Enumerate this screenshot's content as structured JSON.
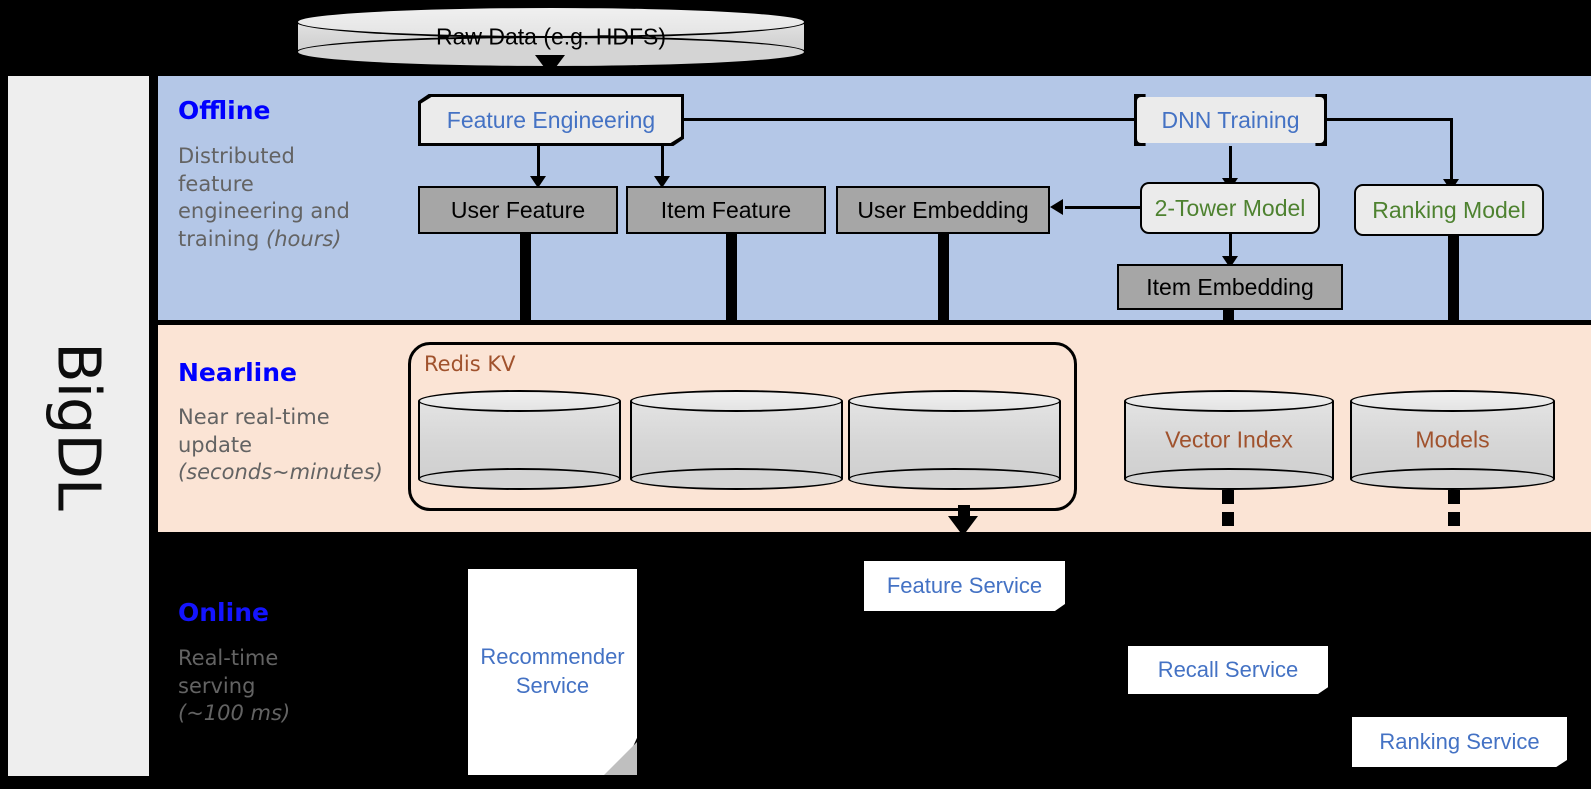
{
  "platform": {
    "name": "BigDL"
  },
  "source": {
    "label": "Raw Data (e.g. HDFS)"
  },
  "bands": {
    "offline": {
      "title": "Offline",
      "subtitle_line1": "Distributed",
      "subtitle_line2": "feature",
      "subtitle_line3": "engineering and",
      "subtitle_line4": "training",
      "subtitle_italic": "(hours)",
      "color": "#b4c7e7"
    },
    "nearline": {
      "title": "Nearline",
      "subtitle_line1": "Near real-time",
      "subtitle_line2": "update",
      "subtitle_italic": "(seconds~minutes)",
      "color": "#fbe4d5"
    },
    "online": {
      "title": "Online",
      "subtitle_line1": "Real-time",
      "subtitle_line2": "serving",
      "subtitle_italic": "(~100 ms)",
      "color": "#000000"
    }
  },
  "offline_nodes": {
    "feature_engineering": "Feature Engineering",
    "dnn_training": "DNN Training",
    "user_feature": "User Feature",
    "item_feature": "Item Feature",
    "user_embedding": "User Embedding",
    "two_tower_model": "2-Tower Model",
    "ranking_model": "Ranking Model",
    "item_embedding": "Item Embedding"
  },
  "nearline_nodes": {
    "redis_kv": "Redis KV",
    "store_user_feature": "",
    "store_item_feature": "",
    "store_user_embedding": "",
    "vector_index": "Vector Index",
    "models": "Models"
  },
  "online_nodes": {
    "recommender_service_line1": "Recommender",
    "recommender_service_line2": "Service",
    "feature_service": "Feature Service",
    "recall_service": "Recall Service",
    "ranking_service": "Ranking Service"
  },
  "colors": {
    "band_title": "#0000ff",
    "band_subtitle": "#636363",
    "blue_node_text": "#4472c4",
    "green_node_text": "#4e8230",
    "redis_text": "#a0522d",
    "grey_box": "#a6a6a6",
    "light_box": "#ebebeb",
    "offline_band": "#b4c7e7",
    "nearline_band": "#fbe4d5",
    "rail_bg": "#eeeeee"
  }
}
